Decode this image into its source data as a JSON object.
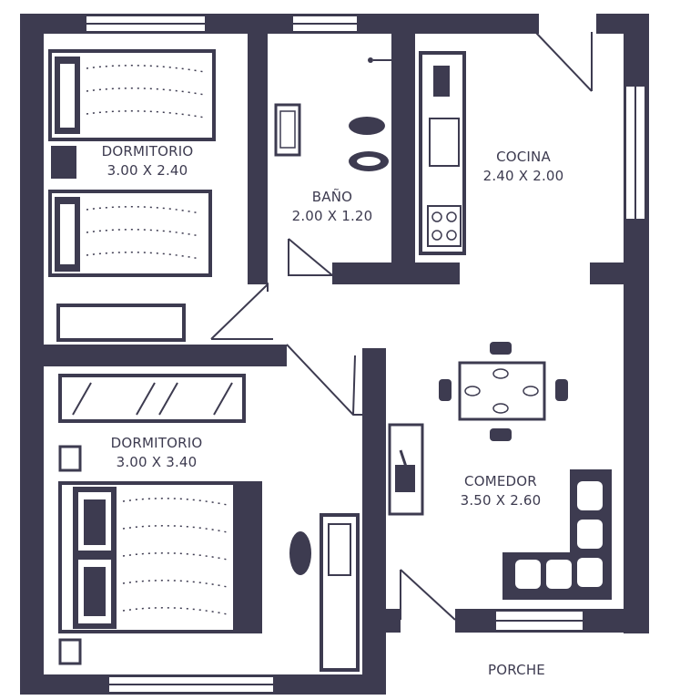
{
  "colors": {
    "wall": "#3d3b50",
    "floor": "#ffffff",
    "detail": "#3d3b50"
  },
  "rooms": {
    "dormitorio_top": {
      "name": "DORMITORIO",
      "size": "3.00 X 2.40"
    },
    "bano": {
      "name": "BAÑO",
      "size": "2.00 X 1.20"
    },
    "cocina": {
      "name": "COCINA",
      "size": "2.40 X 2.00"
    },
    "dormitorio_bottom": {
      "name": "DORMITORIO",
      "size": "3.00 X 3.40"
    },
    "comedor": {
      "name": "COMEDOR",
      "size": "3.50 X 2.60"
    }
  },
  "porche": {
    "name": "PORCHE"
  }
}
